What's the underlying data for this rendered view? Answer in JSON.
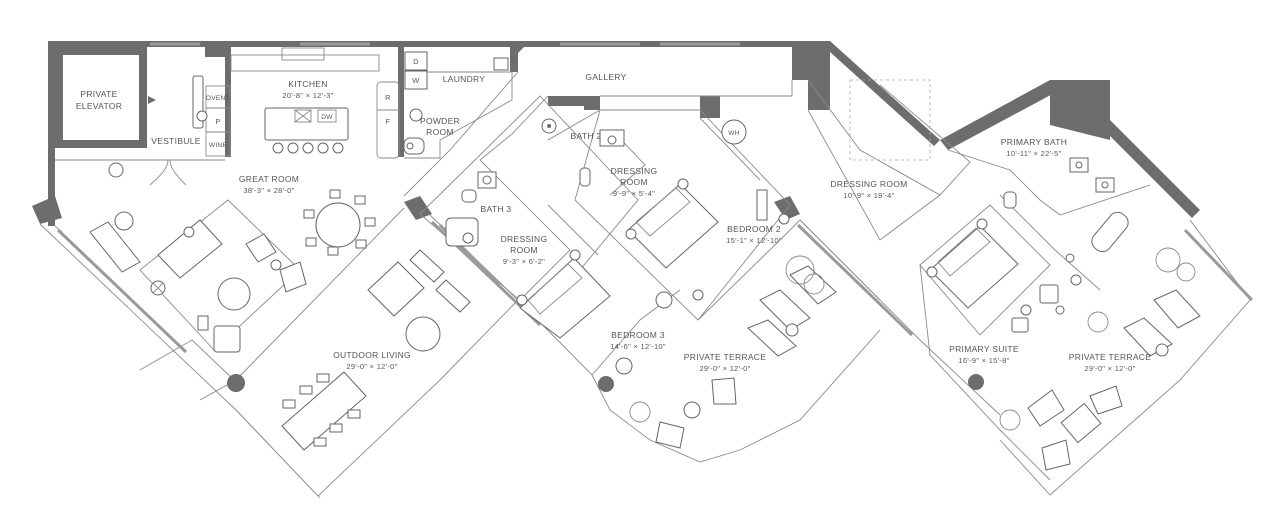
{
  "colors": {
    "wall": "#6d6d6d",
    "line": "#8a8a8a",
    "text": "#555555"
  },
  "rooms": {
    "private_elevator": {
      "line1": "PRIVATE",
      "line2": "ELEVATOR"
    },
    "vestibule": {
      "name": "VESTIBULE"
    },
    "kitchen": {
      "name": "KITCHEN",
      "dims": "20'-8\" × 12'-3\""
    },
    "laundry": {
      "name": "LAUNDRY"
    },
    "powder_room": {
      "line1": "POWDER",
      "line2": "ROOM"
    },
    "gallery": {
      "name": "GALLERY"
    },
    "bath_2": {
      "name": "BATH 2"
    },
    "dressing_room_2": {
      "line1": "DRESSING",
      "line2": "ROOM",
      "dims": "9'-9\" × 5'-4\""
    },
    "bedroom_2": {
      "name": "BEDROOM 2",
      "dims": "15'-1\" × 12'-10\""
    },
    "great_room": {
      "name": "GREAT ROOM",
      "dims": "38'-3\" × 28'-0\""
    },
    "bath_3": {
      "name": "BATH 3"
    },
    "dressing_room_3": {
      "line1": "DRESSING",
      "line2": "ROOM",
      "dims": "9'-3\" × 6'-2\""
    },
    "bedroom_3": {
      "name": "BEDROOM 3",
      "dims": "14'-6\" × 12'-10\""
    },
    "outdoor_living": {
      "name": "OUTDOOR LIVING",
      "dims": "29'-0\" × 12'-0\""
    },
    "private_terrace_1": {
      "name": "PRIVATE TERRACE",
      "dims": "29'-0\" × 12'-0\""
    },
    "dressing_room_primary": {
      "name": "DRESSING ROOM",
      "dims": "10'-9\" × 19'-4\""
    },
    "primary_bath": {
      "name": "PRIMARY BATH",
      "dims": "10'-11\" × 22'-5\""
    },
    "primary_suite": {
      "name": "PRIMARY SUITE",
      "dims": "16'-9\" × 15'-8\""
    },
    "private_terrace_2": {
      "name": "PRIVATE TERRACE",
      "dims": "29'-0\" × 12'-0\""
    }
  },
  "appliances": {
    "dryer": "D",
    "washer": "W",
    "ovens": "OVENS",
    "pantry": "P",
    "wine": "WINE",
    "refrigerator": "R",
    "freezer": "F",
    "dishwasher": "DW",
    "water_heater": "WH"
  }
}
